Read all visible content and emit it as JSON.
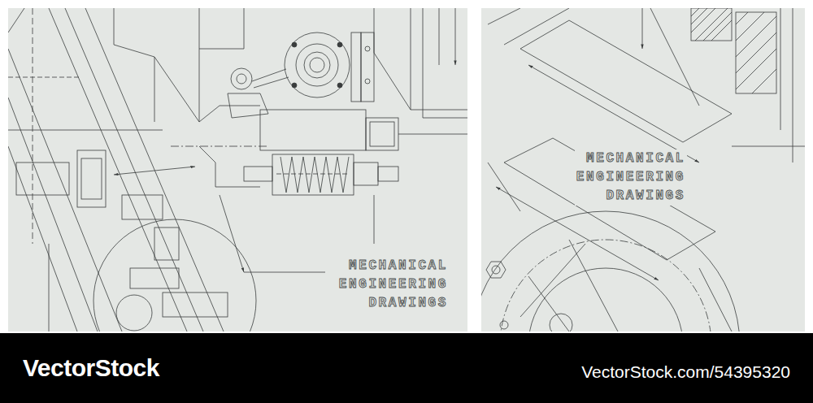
{
  "diagram": {
    "labels": [
      "MECHANICAL ENGINEERING DRAWINGS",
      "MECHANICAL ENGINEERING DRAWINGS",
      "VectorStock",
      "VectorStock.com/54395320"
    ]
  }
}
